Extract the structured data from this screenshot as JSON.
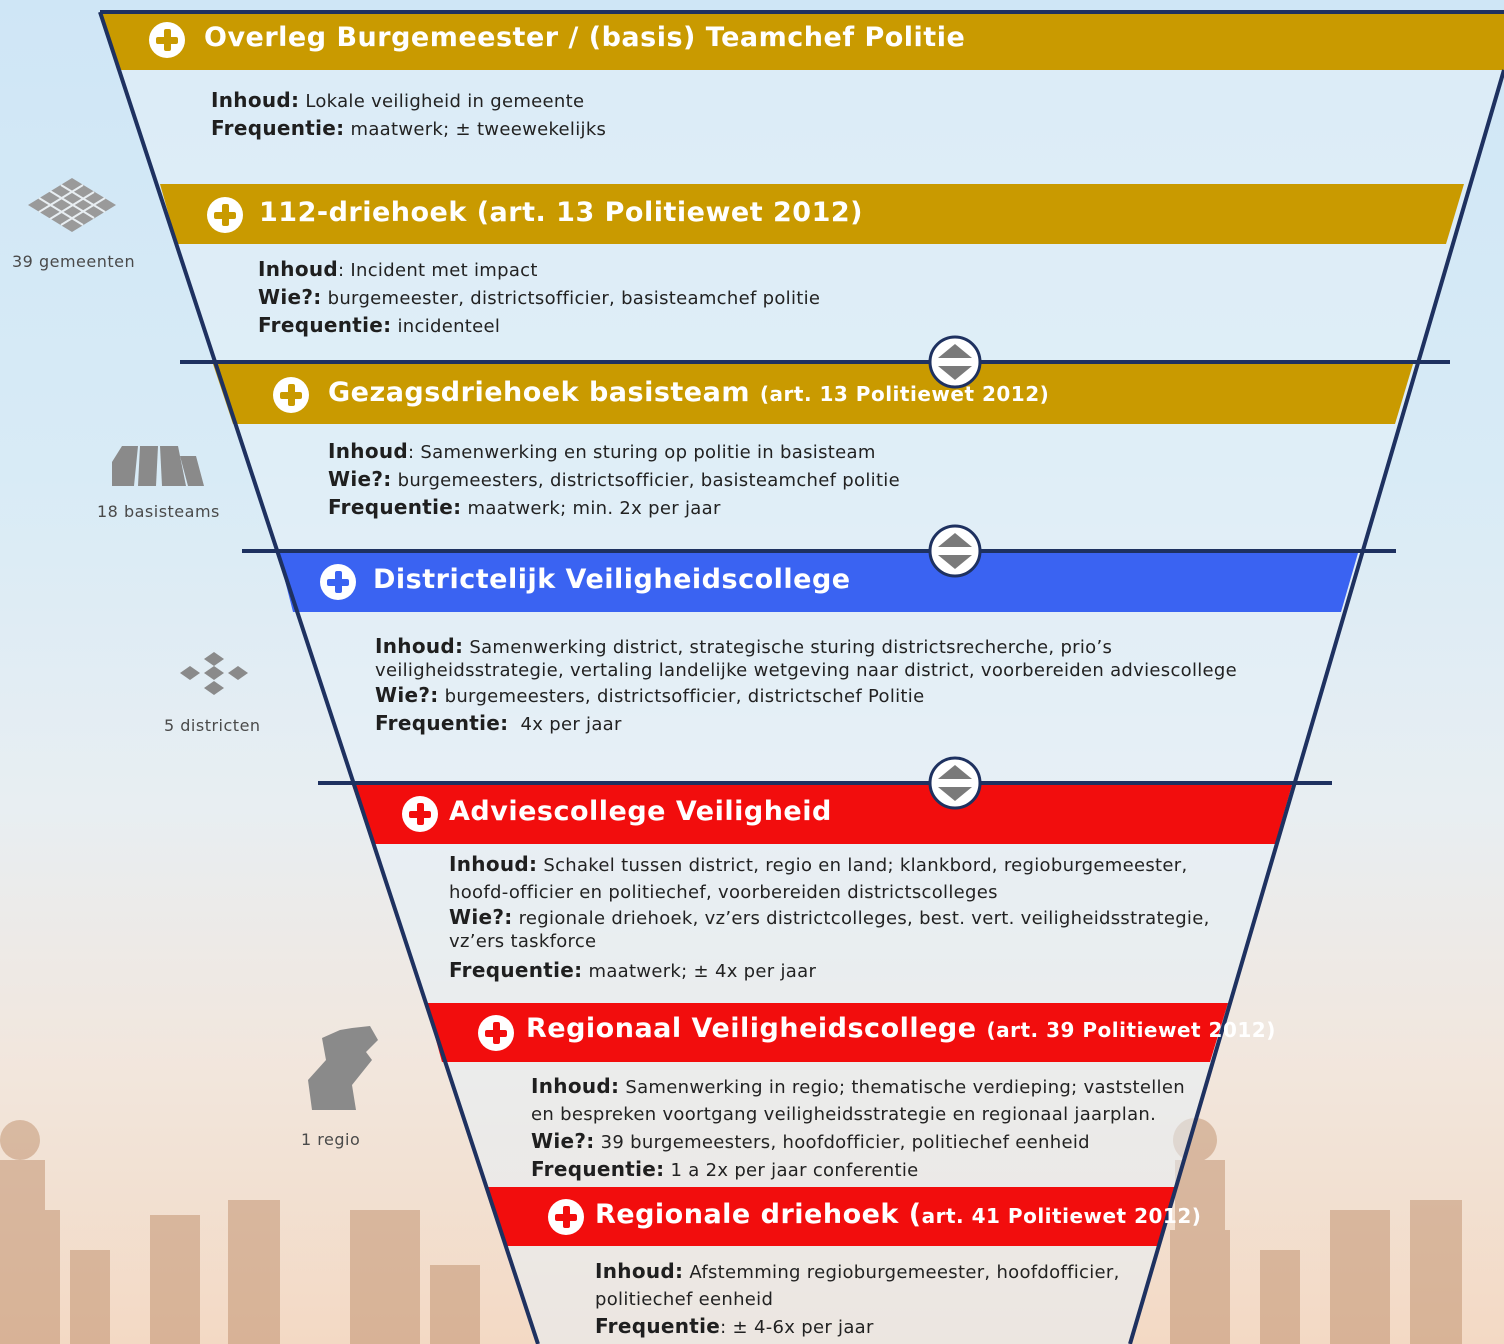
{
  "colors": {
    "gold": "#c99a00",
    "blue": "#3a63f2",
    "red": "#f20d0d",
    "navy": "#1e3160"
  },
  "levels": [
    {
      "title": "Overleg Burgemeester / (basis) Teamchef Politie",
      "subtitle": "",
      "color": "gold",
      "inhoud_label": "Inhoud:",
      "inhoud": "Lokale veiligheid in gemeente",
      "frequentie_label": "Frequentie:",
      "frequentie": "maatwerk; ± tweewekelijks"
    },
    {
      "title": "112-driehoek (art. 13 Politiewet 2012)",
      "subtitle": "",
      "color": "gold",
      "inhoud_label": "Inhoud",
      "inhoud": ": Incident met impact",
      "wie_label": "Wie?:",
      "wie": "burgemeester, districtsofficier, basisteamchef politie",
      "frequentie_label": "Frequentie:",
      "frequentie": "incidenteel"
    },
    {
      "title": "Gezagsdriehoek basisteam",
      "subtitle": "(art. 13 Politiewet 2012)",
      "color": "gold",
      "inhoud_label": "Inhoud",
      "inhoud": ": Samenwerking en sturing op politie in basisteam",
      "wie_label": "Wie?:",
      "wie": "burgemeesters, districtsofficier, basisteamchef politie",
      "frequentie_label": "Frequentie:",
      "frequentie": "maatwerk; min. 2x per jaar"
    },
    {
      "title": "Districtelijk Veiligheidscollege",
      "subtitle": "",
      "color": "blue",
      "inhoud_label": "Inhoud:",
      "inhoud": "Samenwerking district, strategische sturing districtsrecherche, prio’s veiligheidsstrategie, vertaling landelijke wetgeving naar district, voorbereiden adviescollege",
      "wie_label": "Wie?:",
      "wie": "burgemeesters, districtsofficier, districtschef Politie",
      "frequentie_label": "Frequentie:",
      "frequentie": "4x per jaar"
    },
    {
      "title": "Adviescollege Veiligheid",
      "subtitle": "",
      "color": "red",
      "inhoud_label": "Inhoud:",
      "inhoud": "Schakel tussen district, regio en land; klankbord, regioburgemeester, hoofd-officier en politiechef, voorbereiden districtscolleges",
      "wie_label": "Wie?:",
      "wie": "regionale driehoek, vz’ers districtcolleges, best. vert. veiligheidsstrategie, vz’ers taskforce",
      "frequentie_label": "Frequentie:",
      "frequentie": "maatwerk; ± 4x per jaar"
    },
    {
      "title": "Regionaal Veiligheidscollege",
      "subtitle": "(art. 39 Politiewet 2012)",
      "color": "red",
      "inhoud_label": "Inhoud:",
      "inhoud": "Samenwerking in regio; thematische verdieping; vaststellen en bespreken voortgang veiligheidsstrategie en regionaal jaarplan.",
      "wie_label": "Wie?:",
      "wie": "39 burgemeesters, hoofdofficier, politiechef eenheid",
      "frequentie_label": "Frequentie:",
      "frequentie": "1 a 2x per jaar conferentie"
    },
    {
      "title": "Regionale driehoek (",
      "subtitle": "art. 41 Politiewet 2012)",
      "color": "red",
      "inhoud_label": "Inhoud:",
      "inhoud": "Afstemming regioburgemeester, hoofdofficier, politiechef eenheid",
      "frequentie_label": "Frequentie",
      "frequentie": ": ± 4-6x per jaar"
    }
  ],
  "side": {
    "gemeenten": "39 gemeenten",
    "basisteams": "18 basisteams",
    "districten": "5 districten",
    "regio": "1 regio"
  },
  "icons": [
    "plus-circle-icon",
    "swap-arrows-icon",
    "municipality-grid-icon",
    "basisteam-blocks-icon",
    "districts-diamond-icon",
    "region-map-icon"
  ]
}
